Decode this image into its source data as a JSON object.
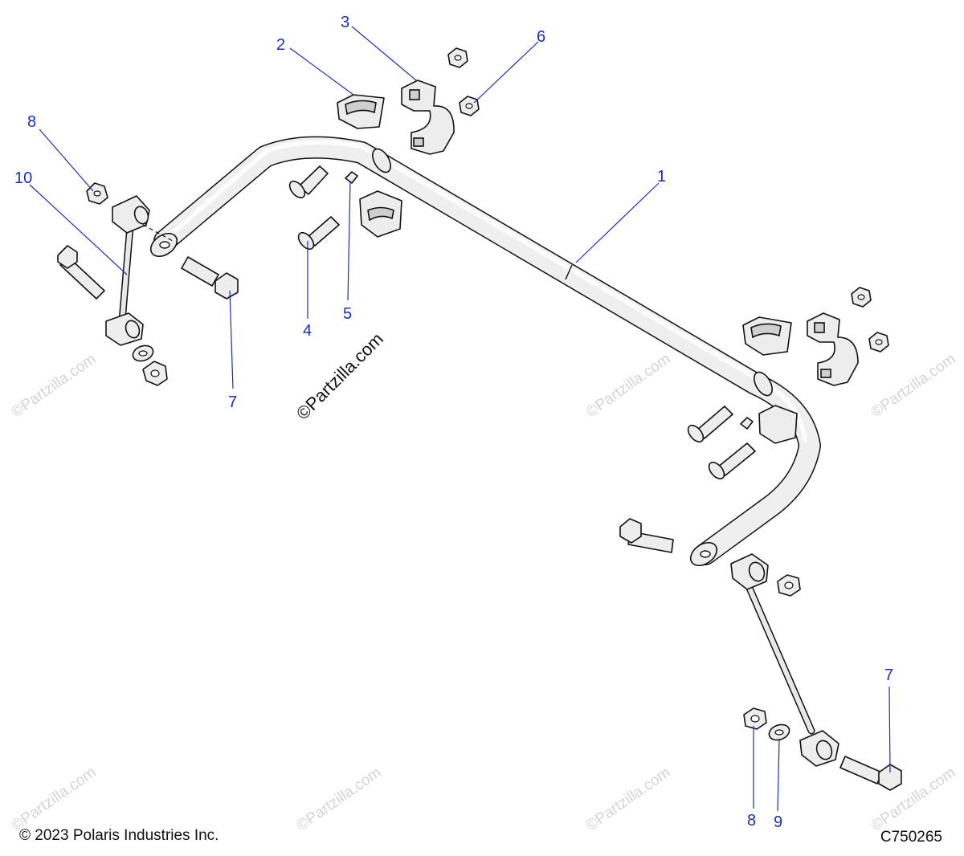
{
  "diagram": {
    "copyright": "© 2023 Polaris Industries Inc.",
    "figure_id": "C750265",
    "watermark_text": "©Partzilla.com",
    "callouts": [
      {
        "id": "callout-1",
        "label": "1"
      },
      {
        "id": "callout-2",
        "label": "2"
      },
      {
        "id": "callout-3",
        "label": "3"
      },
      {
        "id": "callout-4",
        "label": "4"
      },
      {
        "id": "callout-5",
        "label": "5"
      },
      {
        "id": "callout-6",
        "label": "6"
      },
      {
        "id": "callout-7a",
        "label": "7"
      },
      {
        "id": "callout-7b",
        "label": "7"
      },
      {
        "id": "callout-8a",
        "label": "8"
      },
      {
        "id": "callout-8b",
        "label": "8"
      },
      {
        "id": "callout-9",
        "label": "9"
      },
      {
        "id": "callout-10",
        "label": "10"
      }
    ],
    "colors": {
      "callout": "#1a2fb8",
      "watermark": "#d4d4d4",
      "line": "#111111"
    }
  }
}
